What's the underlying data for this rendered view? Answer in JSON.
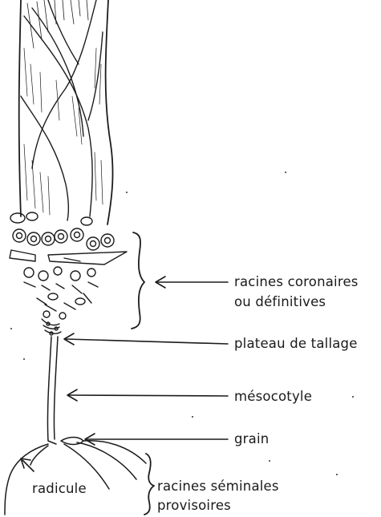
{
  "diagram": {
    "labels": {
      "crown_roots_line1": "racines coronaires",
      "crown_roots_line2": "ou définitives",
      "tillering_node": "plateau de tallage",
      "mesocotyl": "mésocotyle",
      "grain": "grain",
      "radicle": "radicule",
      "seminal_roots_line1": "racines séminales",
      "seminal_roots_line2": "provisoires"
    }
  }
}
